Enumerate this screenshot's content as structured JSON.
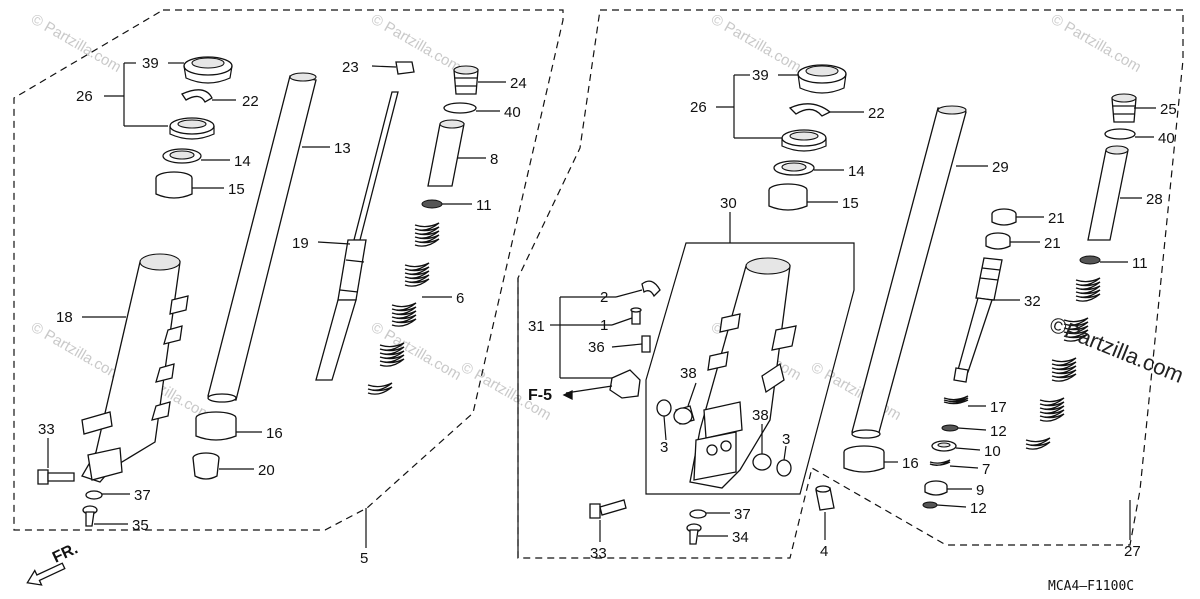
{
  "watermarks": [
    "© Partzilla.com",
    "© Partzilla.com",
    "© Partzilla.com",
    "© Partzilla.com",
    "© Partzilla.com",
    "© Partzilla.com",
    "© Partzilla.com",
    "© Partzilla.com",
    "© Partzilla.com",
    "© Partzilla.com"
  ],
  "logo_text": "©Partzilla.com",
  "diagram_code": "MCA4—F1100C",
  "front_indicator": "FR.",
  "ref_label": "F-5",
  "left_callouts": {
    "c39": "39",
    "c26": "26",
    "c22": "22",
    "c14": "14",
    "c15": "15",
    "c13": "13",
    "c23": "23",
    "c24": "24",
    "c40": "40",
    "c8": "8",
    "c11": "11",
    "c19": "19",
    "c6": "6",
    "c18": "18",
    "c16": "16",
    "c20": "20",
    "c33": "33",
    "c37": "37",
    "c35": "35",
    "c5": "5"
  },
  "right_callouts": {
    "c39": "39",
    "c26": "26",
    "c22": "22",
    "c14": "14",
    "c15": "15",
    "c30": "30",
    "c29": "29",
    "c25": "25",
    "c40": "40",
    "c28": "28",
    "c21a": "21",
    "c21b": "21",
    "c11": "11",
    "c32": "32",
    "c31": "31",
    "c2": "2",
    "c1": "1",
    "c36": "36",
    "c38a": "38",
    "c38b": "38",
    "c3a": "3",
    "c3b": "3",
    "c17": "17",
    "c12a": "12",
    "c10": "10",
    "c7": "7",
    "c9": "9",
    "c12b": "12",
    "c16": "16",
    "c37": "37",
    "c34": "34",
    "c33": "33",
    "c4": "4",
    "c27": "27"
  }
}
